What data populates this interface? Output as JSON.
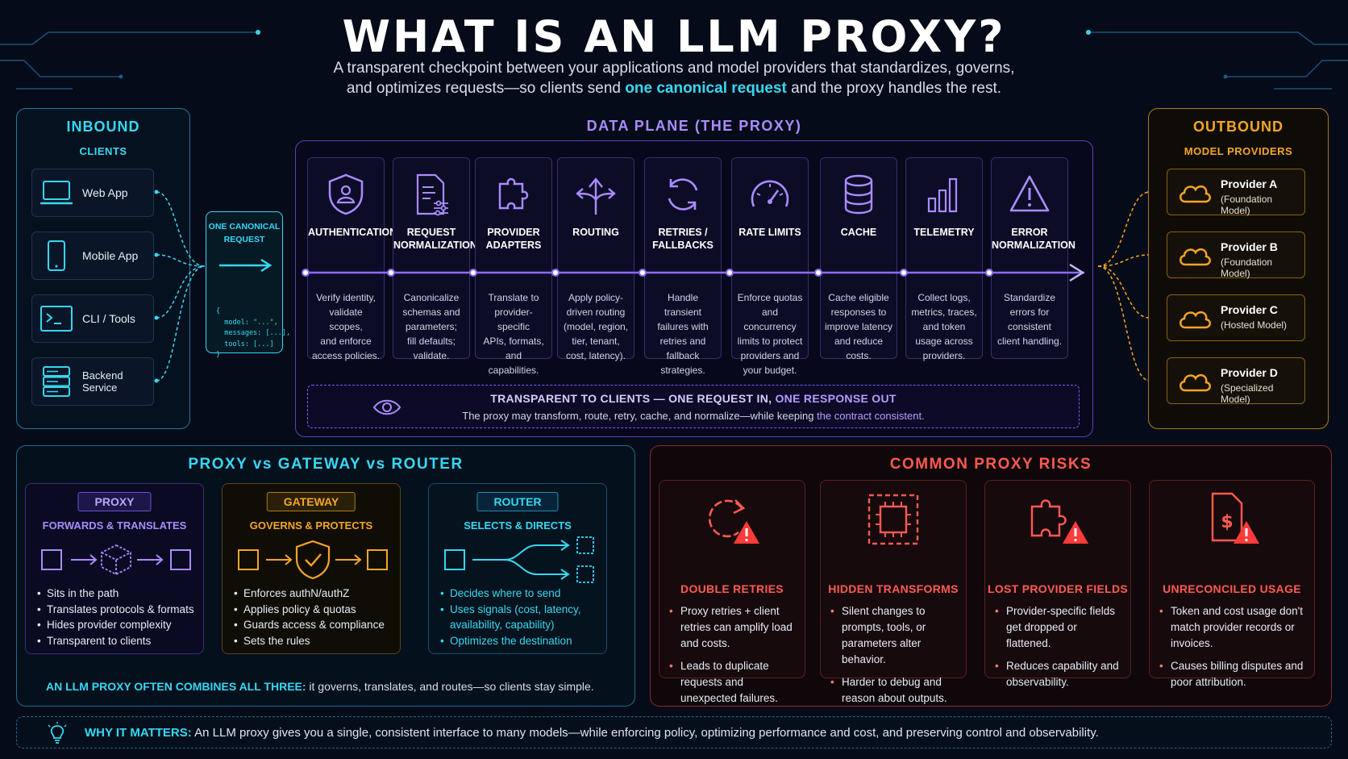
{
  "title": "WHAT IS AN LLM PROXY?",
  "subtitle": {
    "line1": "A transparent checkpoint between your applications and model providers that standardizes, governs,",
    "line2_before": "and optimizes requests—so clients send ",
    "line2_highlight": "one canonical request",
    "line2_after": " and the proxy handles the rest."
  },
  "inbound": {
    "title": "INBOUND",
    "subtitle": "CLIENTS",
    "clients": [
      {
        "label": "Web App",
        "icon": "laptop-icon"
      },
      {
        "label": "Mobile App",
        "icon": "mobile-icon"
      },
      {
        "label": "CLI / Tools",
        "icon": "terminal-icon"
      },
      {
        "label": "Backend Service",
        "icon": "server-icon"
      }
    ]
  },
  "canonical_request": {
    "title_line1": "ONE CANONICAL",
    "title_line2": "REQUEST",
    "code": [
      "{",
      "  model: \"...\",",
      "  messages: [...],",
      "  tools: [...]",
      "}"
    ]
  },
  "data_plane": {
    "title": "DATA PLANE (THE PROXY)",
    "stages": [
      {
        "label1": "AUTHENTICATION",
        "label2": "",
        "icon": "shield-user-icon",
        "desc": [
          "Verify identity,",
          "validate scopes,",
          "and enforce",
          "access policies."
        ]
      },
      {
        "label1": "REQUEST",
        "label2": "NORMALIZATION",
        "icon": "document-settings-icon",
        "desc": [
          "Canonicalize",
          "schemas and",
          "parameters;",
          "fill defaults;",
          "validate."
        ]
      },
      {
        "label1": "PROVIDER",
        "label2": "ADAPTERS",
        "icon": "puzzle-icon",
        "desc": [
          "Translate to",
          "provider-specific",
          "APIs, formats,",
          "and capabilities."
        ]
      },
      {
        "label1": "ROUTING",
        "label2": "",
        "icon": "routing-arrows-icon",
        "desc": [
          "Apply policy-",
          "driven routing",
          "(model, region,",
          "tier, tenant,",
          "cost, latency)."
        ]
      },
      {
        "label1": "RETRIES /",
        "label2": "FALLBACKS",
        "icon": "refresh-icon",
        "desc": [
          "Handle transient",
          "failures with",
          "retries and",
          "fallback",
          "strategies."
        ]
      },
      {
        "label1": "RATE LIMITS",
        "label2": "",
        "icon": "gauge-icon",
        "desc": [
          "Enforce quotas",
          "and concurrency",
          "limits to protect",
          "providers and",
          "your budget."
        ]
      },
      {
        "label1": "CACHE",
        "label2": "",
        "icon": "database-icon",
        "desc": [
          "Cache eligible",
          "responses to",
          "improve latency",
          "and reduce",
          "costs."
        ]
      },
      {
        "label1": "TELEMETRY",
        "label2": "",
        "icon": "bar-chart-icon",
        "desc": [
          "Collect logs,",
          "metrics, traces,",
          "and token",
          "usage across",
          "providers."
        ]
      },
      {
        "label1": "ERROR",
        "label2": "NORMALIZATION",
        "icon": "warning-icon",
        "desc": [
          "Standardize",
          "errors for",
          "consistent",
          "client handling."
        ]
      }
    ],
    "transparent": {
      "heading_a": "TRANSPARENT TO CLIENTS — ONE REQUEST IN, ",
      "heading_b": "ONE RESPONSE OUT",
      "text_a": "The proxy may transform, route, retry, cache, and normalize—while keeping ",
      "text_b": "the contract consistent."
    }
  },
  "outbound": {
    "title": "OUTBOUND",
    "subtitle": "MODEL PROVIDERS",
    "providers": [
      {
        "name": "Provider A",
        "desc": "(Foundation Model)"
      },
      {
        "name": "Provider B",
        "desc": "(Foundation Model)"
      },
      {
        "name": "Provider C",
        "desc": "(Hosted Model)"
      },
      {
        "name": "Provider D",
        "desc": "(Specialized Model)"
      }
    ]
  },
  "comparison": {
    "title": "PROXY vs GATEWAY vs ROUTER",
    "items": [
      {
        "badge": "PROXY",
        "tag": "FORWARDS & TRANSLATES",
        "bullets": [
          "Sits in the path",
          "Translates protocols & formats",
          "Hides provider complexity",
          "Transparent to clients"
        ]
      },
      {
        "badge": "GATEWAY",
        "tag": "GOVERNS & PROTECTS",
        "bullets": [
          "Enforces authN/authZ",
          "Applies policy & quotas",
          "Guards access & compliance",
          "Sets the rules"
        ]
      },
      {
        "badge": "ROUTER",
        "tag": "SELECTS & DIRECTS",
        "bullets": [
          "Decides where to send",
          "Uses signals (cost, latency, availability, capability)",
          "Optimizes the destination"
        ]
      }
    ],
    "footer_bold": "AN LLM PROXY OFTEN COMBINES ALL THREE:",
    "footer_text": " it governs, translates, and routes—so clients stay simple."
  },
  "risks": {
    "title": "COMMON PROXY RISKS",
    "items": [
      {
        "title": "DOUBLE RETRIES",
        "icon": "retry-warning-icon",
        "bullets": [
          "Proxy retries + client retries can amplify load and costs.",
          "Leads to duplicate requests and unexpected failures."
        ]
      },
      {
        "title": "HIDDEN TRANSFORMS",
        "icon": "hidden-box-icon",
        "bullets": [
          "Silent changes to prompts, tools, or parameters alter behavior.",
          "Harder to debug and reason about outputs."
        ]
      },
      {
        "title": "LOST PROVIDER FIELDS",
        "icon": "puzzle-warning-icon",
        "bullets": [
          "Provider-specific fields get dropped or flattened.",
          "Reduces capability and observability."
        ]
      },
      {
        "title": "UNRECONCILED USAGE",
        "icon": "invoice-warning-icon",
        "bullets": [
          "Token and cost usage don't match provider records or invoices.",
          "Causes billing disputes and poor attribution."
        ]
      }
    ]
  },
  "why": {
    "label": "WHY IT MATTERS:",
    "text": " An LLM proxy gives you a single, consistent interface to many models—while enforcing policy, optimizing performance and cost, and preserving control and observability."
  },
  "colors": {
    "cyan": "#35d8f2",
    "purple": "#8b6cff",
    "orange": "#f5a623",
    "red": "#ff5a50",
    "background": "#050b18"
  }
}
